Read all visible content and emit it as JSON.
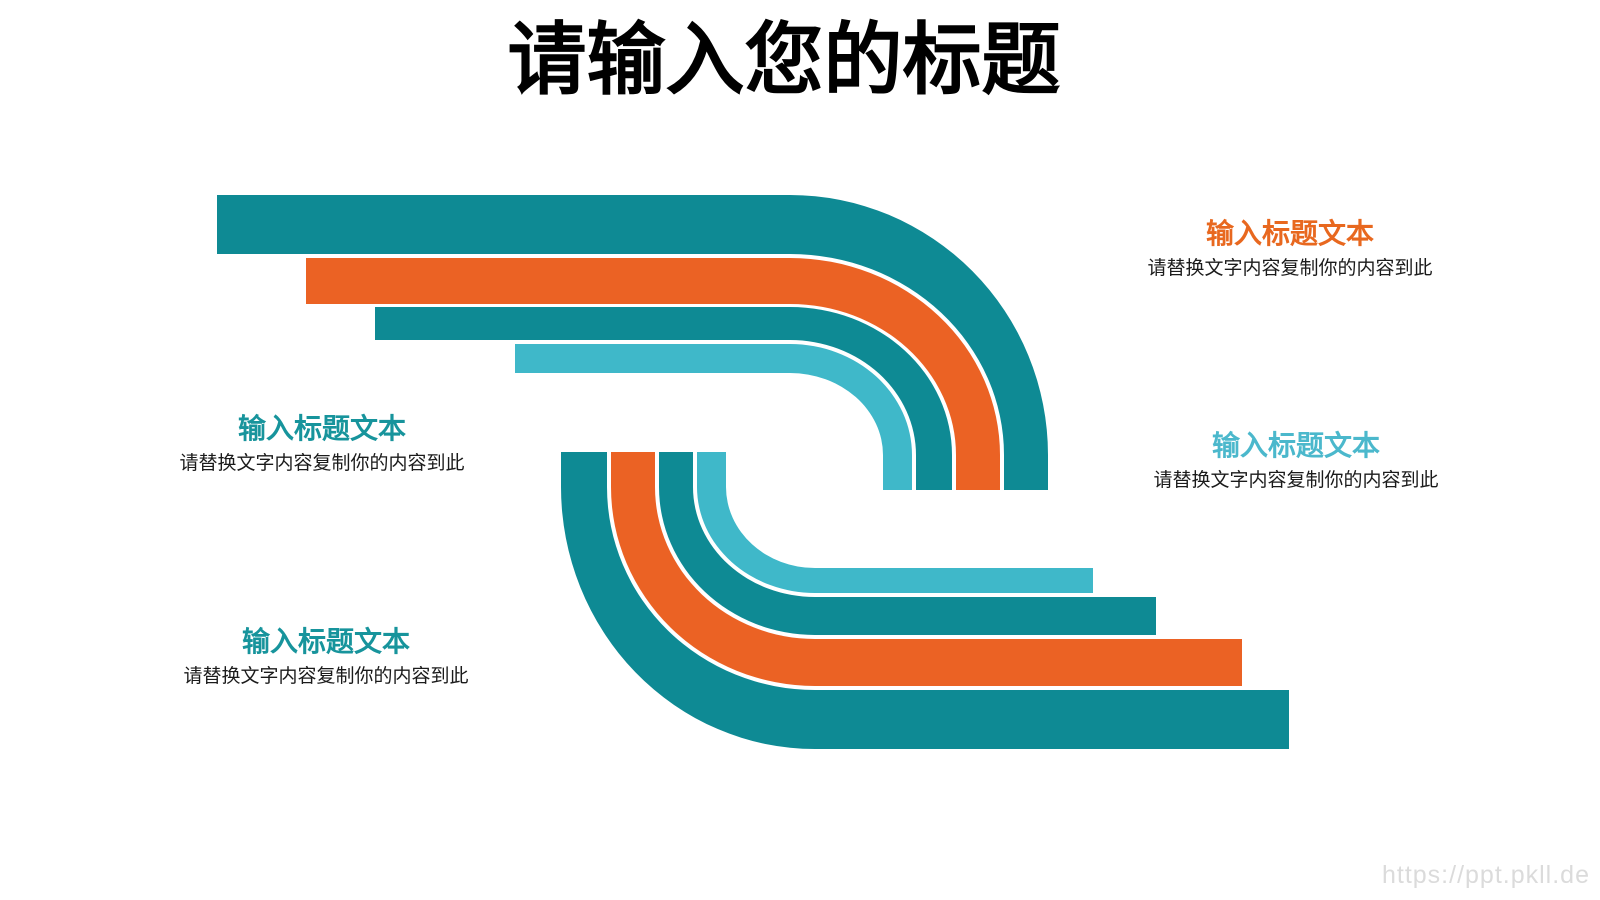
{
  "slide": {
    "title": "请输入您的标题",
    "watermark": "https://ppt.pkll.de"
  },
  "colors": {
    "background": "#FFFFFF",
    "title_text": "#000000",
    "body_text": "#1B1B1B",
    "ribbon_teal": "#0E8A94",
    "ribbon_orange": "#EB6224",
    "ribbon_lightblue": "#3FB8C9",
    "heading_orange": "#E8681F",
    "heading_teal": "#17949C",
    "heading_lightblue": "#4BB8CC",
    "watermark_gray": "#DBDBDB"
  },
  "blocks": {
    "right_top": {
      "heading": "输入标题文本",
      "body": "请替换文字内容复制你的内容到此"
    },
    "left_mid": {
      "heading": "输入标题文本",
      "body": "请替换文字内容复制你的内容到此"
    },
    "right_mid": {
      "heading": "输入标题文本",
      "body": "请替换文字内容复制你的内容到此"
    },
    "left_bottom": {
      "heading": "输入标题文本",
      "body": "请替换文字内容复制你的内容到此"
    }
  },
  "diagram": {
    "description": "Two interlocking groups of four curved ribbons (teal, orange, teal, light blue) forming an S-shaped swoosh",
    "ribbons": [
      {
        "name": "top-outer-teal-ribbon"
      },
      {
        "name": "top-orange-ribbon"
      },
      {
        "name": "top-inner-teal-ribbon"
      },
      {
        "name": "top-lightblue-ribbon"
      },
      {
        "name": "bottom-outer-teal-ribbon"
      },
      {
        "name": "bottom-orange-ribbon"
      },
      {
        "name": "bottom-inner-teal-ribbon"
      },
      {
        "name": "bottom-lightblue-ribbon"
      }
    ]
  }
}
